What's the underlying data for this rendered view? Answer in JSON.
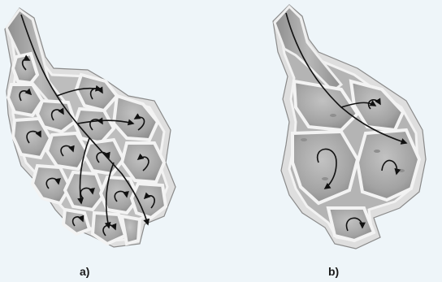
{
  "captions": {
    "a": "a)",
    "b": "b)"
  },
  "colors": {
    "background": "#eef5f9",
    "tissue_light": "#f2f2f2",
    "tissue_mid": "#c9c9c9",
    "lumen": "#a5a5a5",
    "lumen_dark": "#7d7d7d",
    "flow": "#111111"
  },
  "panels": [
    {
      "id": "a",
      "variant": "normal-alveoli",
      "arrow_count": 18
    },
    {
      "id": "b",
      "variant": "merged-alveoli",
      "arrow_count": 5
    }
  ]
}
